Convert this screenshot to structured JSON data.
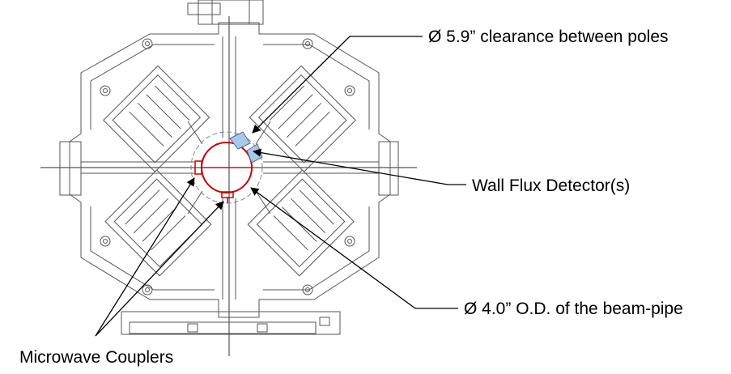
{
  "labels": {
    "clearance": "Ø 5.9” clearance between poles",
    "wall_flux": "Wall Flux Detector(s)",
    "beam_pipe": "Ø 4.0” O.D. of the beam-pipe",
    "couplers": "Microwave Couplers"
  },
  "colors": {
    "line": "#555555",
    "pipe": "#cc0000",
    "detector": "#a9c8ea",
    "annotation": "#000000"
  }
}
